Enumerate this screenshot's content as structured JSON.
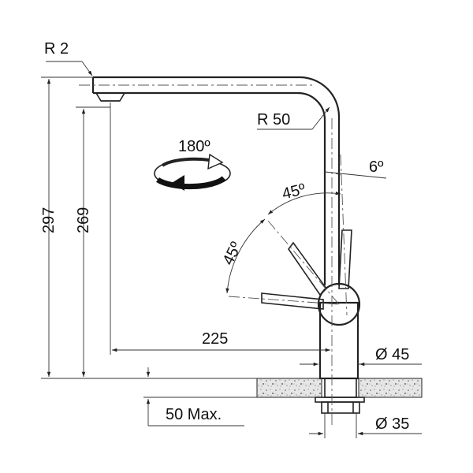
{
  "drawing": {
    "labels": {
      "corner_radius": "R 2",
      "bend_radius": "R 50",
      "rotation": "180º",
      "tilt_angle": "6º",
      "lever_angle_upper": "45º",
      "lever_angle_lower": "45º",
      "total_height": "297",
      "spout_height": "269",
      "reach": "225",
      "body_diameter": "Ø 45",
      "max_thickness": "50 Max.",
      "hole_diameter": "Ø 35"
    }
  }
}
